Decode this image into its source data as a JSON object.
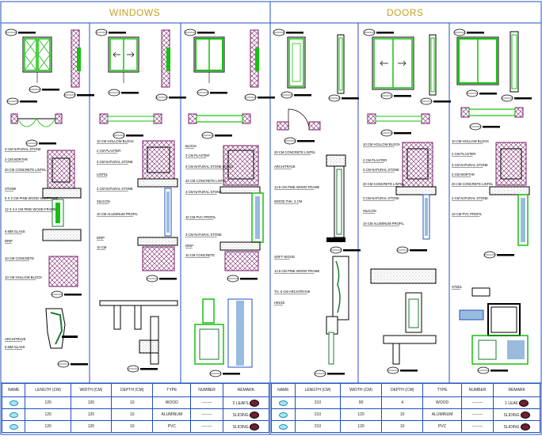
{
  "headings": {
    "windows": "WINDOWS",
    "doors": "DOORS"
  },
  "notes": {
    "col1": [
      "3 CM NATURAL STONE",
      "2 CM MORTAR",
      "20 CM CONCRETE LINTEL",
      "STONE",
      "5 X 2 CM PINE WOOD SUBFRAME",
      "12 X 4.2 CM PINE WOOD FRAME",
      "6 MM GLASS",
      "DRIP",
      "10 CM CONCRETE",
      "10 CM HOLLOW BLOCK",
      "ARCHITRAVE",
      "6 MM GLASS"
    ],
    "col2": [
      "10 CM HOLLOW BLOCK",
      "2 CM PLASTER",
      "3 CM NATURAL STONE",
      "LINTEL",
      "3 CM NATURAL STONE",
      "SILICON",
      "10 CM ALUMINUM PROFIL",
      "DRIP",
      "10 CM"
    ],
    "col3": [
      "BLOCK",
      "2 CM PLASTER",
      "3 CM NATURAL STONE (FAKE)",
      "20 CM CONCRETE LINTEL",
      "3 CM NATURAL STONE",
      "10 CM PVC PROFIL",
      "3 CM NATURAL STONE",
      "DRIP",
      "10 CM CONCRETE"
    ],
    "col4": [
      "20 CM CONCRETE LINTEL",
      "ARCHITRAVE",
      "14.5 CM PINE WOOD FRAME",
      "WOOD THK. 5 CM",
      "SOFT WOOD",
      "14.5 CM PINE WOOD FRAME",
      "TH. 5 CM ARCHITRAVE",
      "HINGE"
    ],
    "col5": [
      "10 CM HOLLOW BLOCK",
      "2 CM PLASTER",
      "3 CM NATURAL STONE",
      "20 CM CONCRETE LINTEL",
      "3 CM NATURAL STONE",
      "SILICON",
      "10 CM ALUMINUM PROFIL"
    ],
    "col6": [
      "10 CM HOLLOW BLOCK",
      "2 CM PLASTER",
      "3 CM NATURAL STONE",
      "3 CM MORTAR",
      "20 CM CONCRETE LINTEL",
      "3 CM NATURAL STONE",
      "10 CM PVC PROFIL",
      "STEEL"
    ]
  },
  "schedule": {
    "headers": [
      "NAME",
      "LENGTH (CM)",
      "WIDTH (CM)",
      "DEPTH (CM)",
      "TYPE",
      "NUMBER",
      "REMARK"
    ],
    "windows": [
      [
        "120",
        "120",
        "10",
        "WOOD",
        "--------",
        "2 LEAFS"
      ],
      [
        "120",
        "120",
        "10",
        "ALUMINUM",
        "--------",
        "SLIDING"
      ],
      [
        "120",
        "120",
        "10",
        "PVC",
        "--------",
        "SLIDING"
      ]
    ],
    "doors": [
      [
        "210",
        "90",
        "4",
        "WOOD",
        "--------",
        "1 LEAF"
      ],
      [
        "210",
        "120",
        "10",
        "ALUMINUM",
        "--------",
        "SLIDING"
      ],
      [
        "210",
        "120",
        "10",
        "PVC",
        "--------",
        "SLIDING"
      ]
    ]
  }
}
